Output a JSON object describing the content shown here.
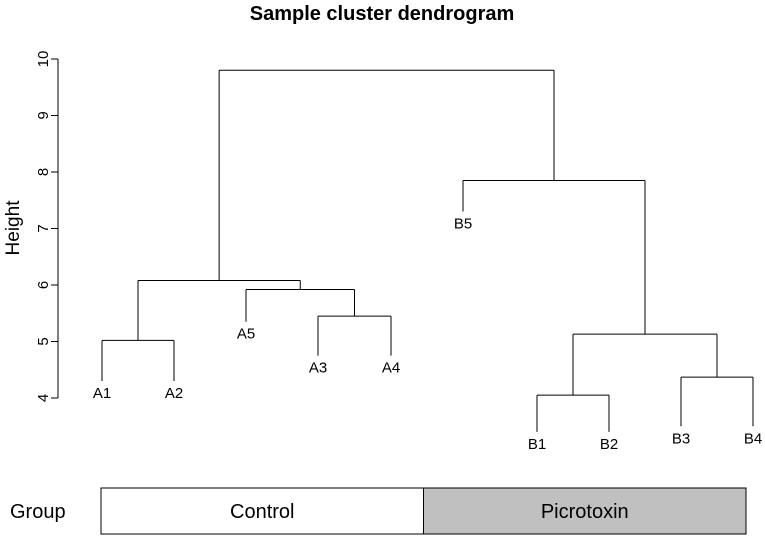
{
  "chart_data": {
    "type": "dendrogram",
    "title": "Sample cluster dendrogram",
    "ylabel": "Height",
    "ylim": [
      4,
      10
    ],
    "yticks": [
      "4",
      "5",
      "6",
      "7",
      "8",
      "9",
      "10"
    ],
    "leaves": [
      {
        "label": "A1",
        "height": 4.3
      },
      {
        "label": "A2",
        "height": 4.3
      },
      {
        "label": "A5",
        "height": 5.35
      },
      {
        "label": "A3",
        "height": 4.75
      },
      {
        "label": "A4",
        "height": 4.75
      },
      {
        "label": "B5",
        "height": 7.3
      },
      {
        "label": "B1",
        "height": 3.4
      },
      {
        "label": "B2",
        "height": 3.4
      },
      {
        "label": "B3",
        "height": 3.5
      },
      {
        "label": "B4",
        "height": 3.5
      }
    ],
    "merges": [
      {
        "left": "A1",
        "right": "A2",
        "height": 5.02
      },
      {
        "left": "A3",
        "right": "A4",
        "height": 5.45
      },
      {
        "left": "A5",
        "right": "(A3,A4)",
        "height": 5.92
      },
      {
        "left": "(A1,A2)",
        "right": "(A5,(A3,A4))",
        "height": 6.08
      },
      {
        "left": "B1",
        "right": "B2",
        "height": 4.05
      },
      {
        "left": "B3",
        "right": "B4",
        "height": 4.37
      },
      {
        "left": "(B1,B2)",
        "right": "(B3,B4)",
        "height": 5.13
      },
      {
        "left": "B5",
        "right": "((B1,B2),(B3,B4))",
        "height": 7.85
      },
      {
        "left": "A-cluster",
        "right": "B-cluster",
        "height": 9.8
      }
    ],
    "group_bar": {
      "label": "Group",
      "segments": [
        {
          "name": "Control",
          "color": "#ffffff"
        },
        {
          "name": "Picrotoxin",
          "color": "#c0c0c0"
        }
      ]
    }
  }
}
